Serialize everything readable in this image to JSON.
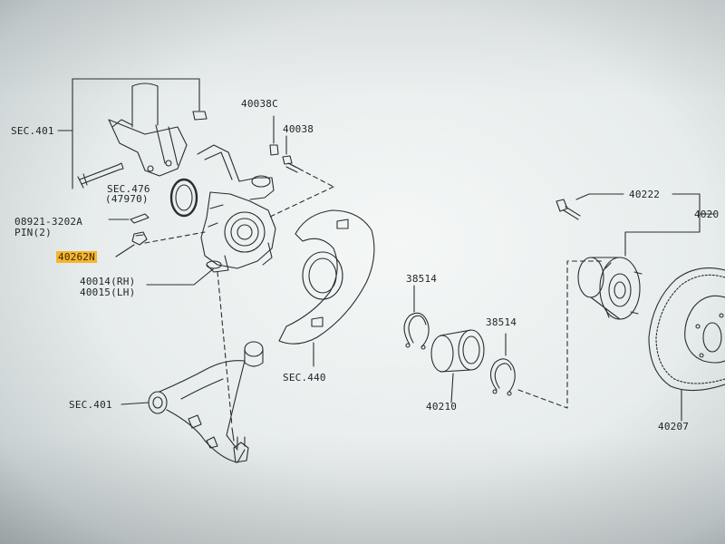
{
  "labels": {
    "sec401_top": "SEC.401",
    "p40038c": "40038C",
    "p40038": "40038",
    "sec476": "SEC.476",
    "p47970": "(47970)",
    "p08921": "08921-3202A",
    "pin": "PIN(2)",
    "p40262n": "40262N",
    "p40014": "40014(RH)",
    "p40015": "40015(LH)",
    "sec440": "SEC.440",
    "p38514a": "38514",
    "p38514b": "38514",
    "p40210": "40210",
    "p40222": "40222",
    "p40202": "4020",
    "p40207": "40207",
    "sec401_bottom": "SEC.401"
  },
  "colors": {
    "highlight": "#f6b52c",
    "ink": "#1f2326"
  }
}
